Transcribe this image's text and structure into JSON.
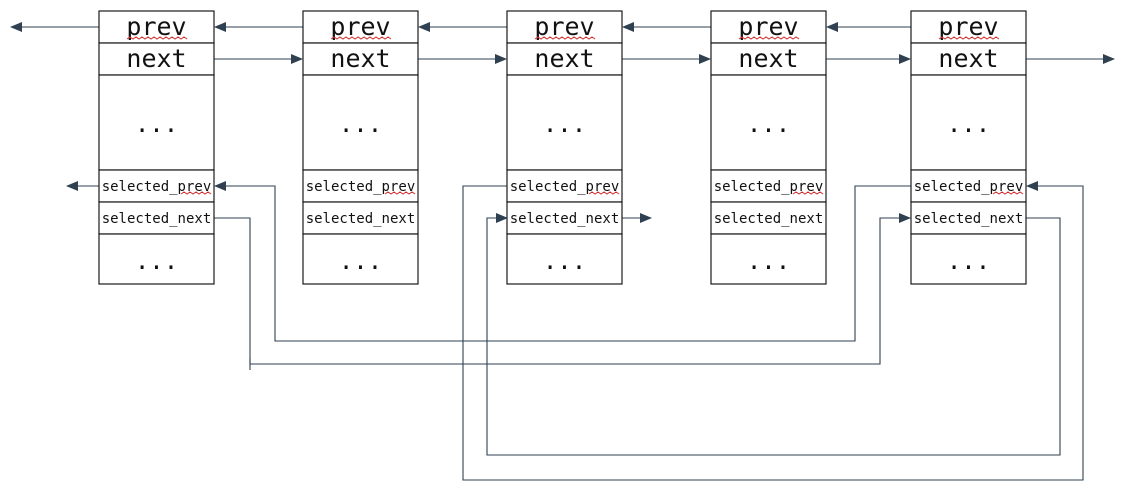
{
  "node_fields": {
    "prev": "prev",
    "next": "next",
    "ellipsis_top": "...",
    "selected_prev": "selected_prev",
    "selected_next": "selected_next",
    "ellipsis_bottom": "..."
  },
  "nodes": [
    {
      "id": "node-1"
    },
    {
      "id": "node-2"
    },
    {
      "id": "node-3"
    },
    {
      "id": "node-4"
    },
    {
      "id": "node-5"
    }
  ],
  "colors": {
    "box_stroke": "#1a1a1a",
    "arrow": "#2f4050",
    "spellcheck_underline": "#d22a2a"
  }
}
